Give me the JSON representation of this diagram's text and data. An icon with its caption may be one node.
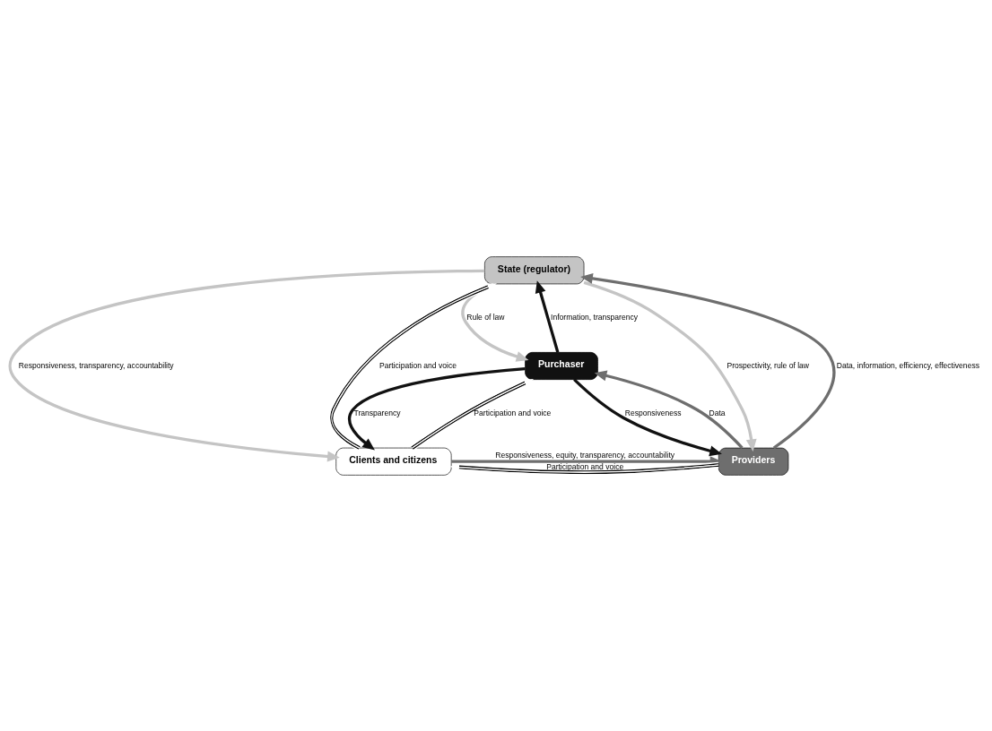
{
  "diagram": {
    "nodes": [
      {
        "text": [
          "State (regulator)"
        ]
      },
      {
        "text": [
          "Purchaser"
        ]
      },
      {
        "text": [
          "Clients and citizens"
        ]
      },
      {
        "text": [
          "Providers"
        ]
      }
    ],
    "edges": [
      {
        "from": 0,
        "to": 2,
        "arrow": "to",
        "label": "Responsiveness, transparency, accountability",
        "color": "#c4c4c4"
      },
      {
        "from": 2,
        "to": 0,
        "arrow": "to",
        "label": "Participation and voice",
        "color": "#ffffff"
      },
      {
        "from": 0,
        "to": 1,
        "arrow": "to",
        "label": "Rule of law",
        "color": "#c4c4c4"
      },
      {
        "from": 1,
        "to": 0,
        "arrow": "to",
        "label": "Information, transparency",
        "color": "#111111"
      },
      {
        "from": 0,
        "to": 3,
        "arrow": "to",
        "label": "Prospectivity, rule of law",
        "color": "#c4c4c4"
      },
      {
        "from": 3,
        "to": 0,
        "arrow": "to",
        "label": "Data, information, efficiency, effectiveness",
        "color": "#6e6e6e"
      },
      {
        "from": 1,
        "to": 2,
        "arrow": "to",
        "label": "Transparency",
        "color": "#111111"
      },
      {
        "from": 2,
        "to": 1,
        "arrow": "to",
        "label": "Participation and voice",
        "color": "#ffffff"
      },
      {
        "from": 1,
        "to": 3,
        "arrow": "to",
        "label": "Responsiveness",
        "color": "#111111"
      },
      {
        "from": 3,
        "to": 1,
        "arrow": "to",
        "label": "Data",
        "color": "#6e6e6e"
      },
      {
        "from": 3,
        "to": 2,
        "arrow": "to",
        "label": "Participation and voice",
        "color": "#ffffff"
      },
      {
        "from": 2,
        "to": 3,
        "arrow": "to",
        "label": "Responsiveness, equity, transparency, accountability",
        "color": "#6e6e6e"
      }
    ]
  }
}
